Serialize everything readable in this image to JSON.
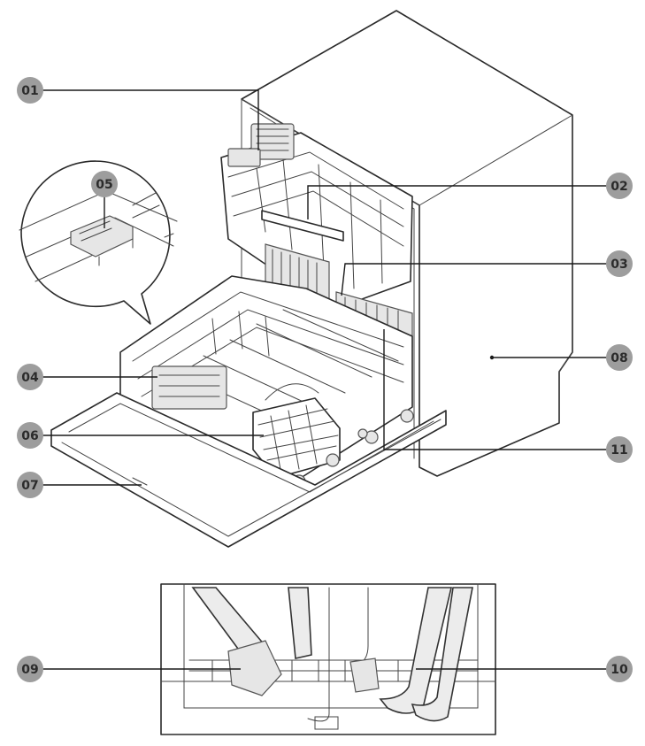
{
  "callouts": [
    {
      "id": "c01",
      "text": "01"
    },
    {
      "id": "c02",
      "text": "02"
    },
    {
      "id": "c03",
      "text": "03"
    },
    {
      "id": "c04",
      "text": "04"
    },
    {
      "id": "c05",
      "text": "05"
    },
    {
      "id": "c06",
      "text": "06"
    },
    {
      "id": "c07",
      "text": "07"
    },
    {
      "id": "c08",
      "text": "08"
    },
    {
      "id": "c09",
      "text": "09"
    },
    {
      "id": "c10",
      "text": "10"
    },
    {
      "id": "c11",
      "text": "11"
    }
  ],
  "colors": {
    "label_fill": "#9d9d9d",
    "label_text": "#2b2b2b",
    "line": "#1a1a1a"
  }
}
